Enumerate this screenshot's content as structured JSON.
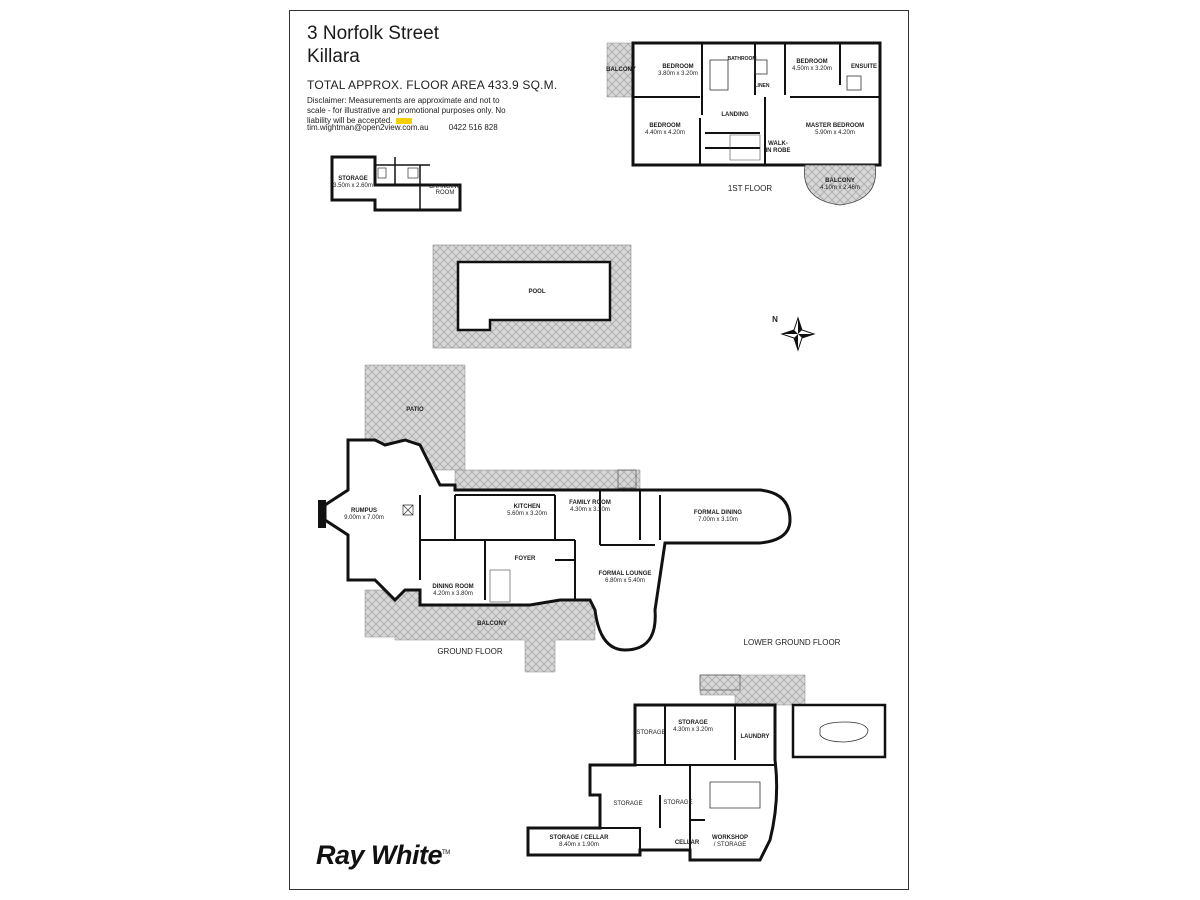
{
  "header": {
    "address_line1": "3 Norfolk Street",
    "address_line2": "Killara",
    "floor_area": "TOTAL APPROX. FLOOR AREA 433.9 SQ.M.",
    "disclaimer": "Disclaimer: Measurements are approximate and not to scale - for illustrative and promotional purposes only. No liability will be accepted.",
    "email": "tim.wightman@open2view.com.au",
    "phone": "0422 516 828"
  },
  "floors": {
    "first": "1ST FLOOR",
    "ground": "GROUND FLOOR",
    "lower": "LOWER GROUND FLOOR"
  },
  "rooms": {
    "balcony_first": "BALCONY",
    "bed1": "BEDROOM",
    "bed1_dim": "3.80m x 3.20m",
    "bathroom": "BATHROOM",
    "bed2": "BEDROOM",
    "bed2_dim": "4.50m x 3.20m",
    "ensuite": "ENSUITE",
    "linen": "LINEN",
    "bed3": "BEDROOM",
    "bed3_dim": "4.40m x 4.20m",
    "landing": "LANDING",
    "master": "MASTER BEDROOM",
    "master_dim": "5.90m x 4.20m",
    "walkin1": "WALK-",
    "walkin2": "IN ROBE",
    "balcony_master": "BALCONY",
    "balcony_master_dim": "4.10m x 2.46m",
    "storage_pool": "STORAGE",
    "storage_pool_dim": "3.50m x 2.60m",
    "changing1": "CHANGING",
    "changing2": "ROOM",
    "pool": "POOL",
    "patio": "PATIO",
    "rumpus": "RUMPUS",
    "rumpus_dim": "9.00m x 7.00m",
    "kitchen": "KITCHEN",
    "kitchen_dim": "5.60m x 3.20m",
    "family": "FAMILY ROOM",
    "family_dim": "4.30m x 3.20m",
    "formal_dining": "FORMAL DINING",
    "formal_dining_dim": "7.00m x 3.10m",
    "foyer": "FOYER",
    "dining": "DINING ROOM",
    "dining_dim": "4.20m x 3.80m",
    "lounge": "FORMAL LOUNGE",
    "lounge_dim": "6.80m x 5.40m",
    "balcony_ground": "BALCONY",
    "storage_lg": "STORAGE",
    "storage_lg_dim": "4.30m x 3.20m",
    "storage_small1": "STORAGE",
    "laundry": "LAUNDRY",
    "storage_small2": "STORAGE",
    "storage_small3": "STORAGE",
    "cellar": "STORAGE / CELLAR",
    "cellar_dim": "8.40m x 1.90m",
    "cellar2": "CELLAR",
    "workshop1": "WORKSHOP",
    "workshop2": "/ STORAGE"
  },
  "compass_label": "N",
  "brand": {
    "name": "Ray White",
    "mark": "TM"
  }
}
